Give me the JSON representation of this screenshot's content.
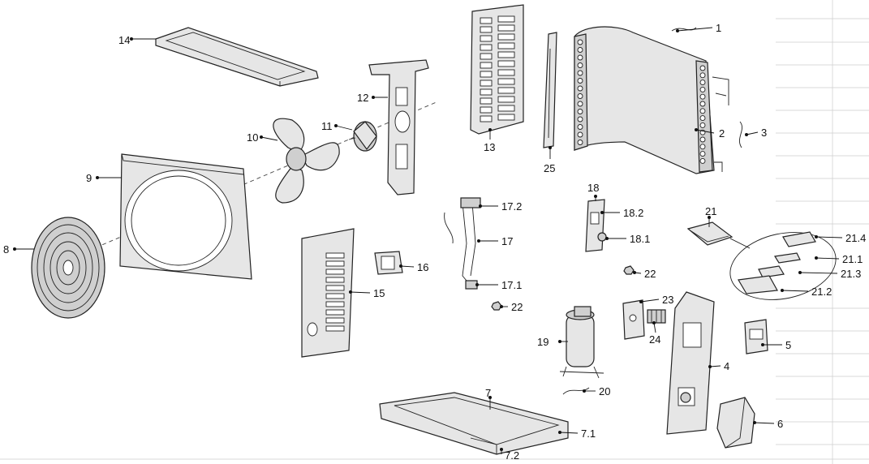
{
  "callouts": {
    "c1": "1",
    "c2": "2",
    "c3": "3",
    "c4": "4",
    "c5": "5",
    "c6": "6",
    "c7": "7",
    "c7_1": "7.1",
    "c7_2": "7.2",
    "c8": "8",
    "c9": "9",
    "c10": "10",
    "c11": "11",
    "c12": "12",
    "c13": "13",
    "c14": "14",
    "c15": "15",
    "c16": "16",
    "c17": "17",
    "c17_1": "17.1",
    "c17_2": "17.2",
    "c18": "18",
    "c18_1": "18.1",
    "c18_2": "18.2",
    "c19": "19",
    "c20": "20",
    "c21": "21",
    "c21_1": "21.1",
    "c21_2": "21.2",
    "c21_3": "21.3",
    "c21_4": "21.4",
    "c22a": "22",
    "c22b": "22",
    "c23": "23",
    "c24": "24",
    "c25": "25"
  },
  "colors": {
    "line": "#222222",
    "fill": "#e6e6e6",
    "grid": "#cccccc"
  }
}
